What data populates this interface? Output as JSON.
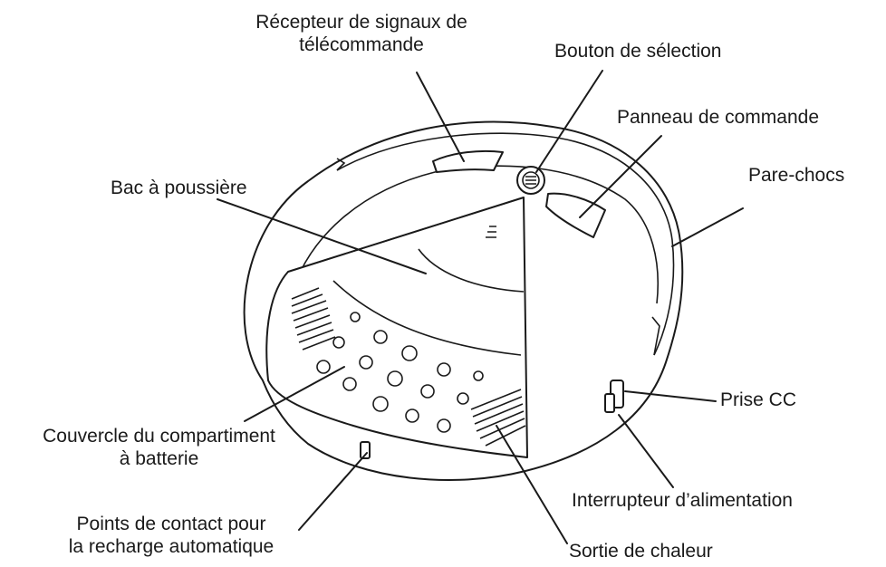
{
  "labels": {
    "receiver": "Récepteur de signaux de télécommande",
    "receiver_line1": "Récepteur de signaux de",
    "receiver_line2": "télécommande",
    "select_button": "Bouton de sélection",
    "control_panel": "Panneau de commande",
    "dust_bin": "Bac à poussière",
    "bumper": "Pare-chocs",
    "dc_jack": "Prise CC",
    "battery_cover_line1": "Couvercle du compartiment",
    "battery_cover_line2": "à batterie",
    "power_switch": "Interrupteur d’alimentation",
    "contacts_line1": "Points de contact pour",
    "contacts_line2": "la recharge automatique",
    "heat_outlet": "Sortie de chaleur"
  }
}
